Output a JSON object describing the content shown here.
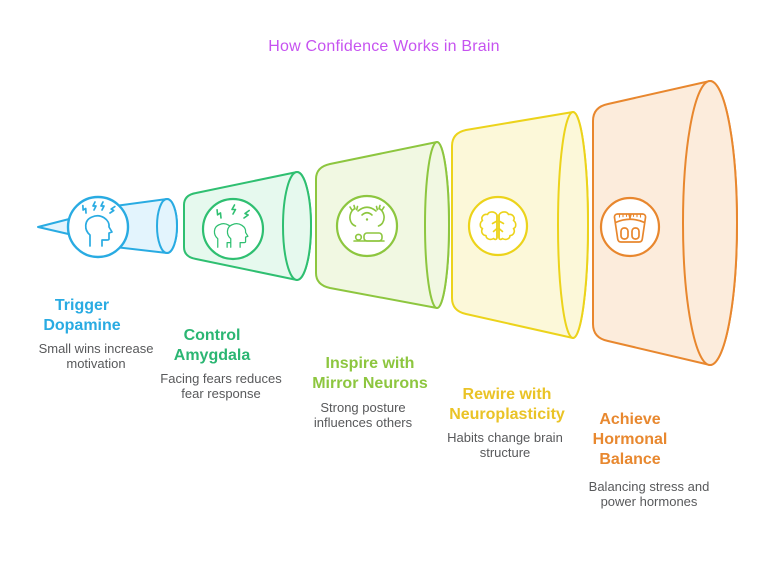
{
  "title": "How Confidence Works in Brain",
  "title_color": "#c653f0",
  "text_color": "#58595b",
  "stages": [
    {
      "heading": "Trigger\nDopamine",
      "description": "Small wins increase\nmotivation",
      "heading_color": "#29abe2",
      "stroke_color": "#29abe2",
      "fill_color": "#e3f4fd",
      "icon": "head-stress-icon"
    },
    {
      "heading": "Control\nAmygdala",
      "description": "Facing fears reduces\nfear response",
      "heading_color": "#2bb673",
      "stroke_color": "#2fbf71",
      "fill_color": "#e6f9ee",
      "icon": "dual-head-fear-icon"
    },
    {
      "heading": "Inspire with\nMirror Neurons",
      "description": "Strong posture\ninfluences others",
      "heading_color": "#8dc63f",
      "stroke_color": "#8dc63f",
      "fill_color": "#f1f8e2",
      "icon": "mirror-neurons-icon"
    },
    {
      "heading": "Rewire with\nNeuroplasticity",
      "description": "Habits change brain\nstructure",
      "heading_color": "#eac326",
      "stroke_color": "#ecd31b",
      "fill_color": "#fcf8d9",
      "icon": "brain-icon"
    },
    {
      "heading": "Achieve\nHormonal\nBalance",
      "description": "Balancing stress and\npower hormones",
      "heading_color": "#e8882f",
      "stroke_color": "#e8872e",
      "fill_color": "#fcecdc",
      "icon": "weight-scale-icon"
    }
  ]
}
